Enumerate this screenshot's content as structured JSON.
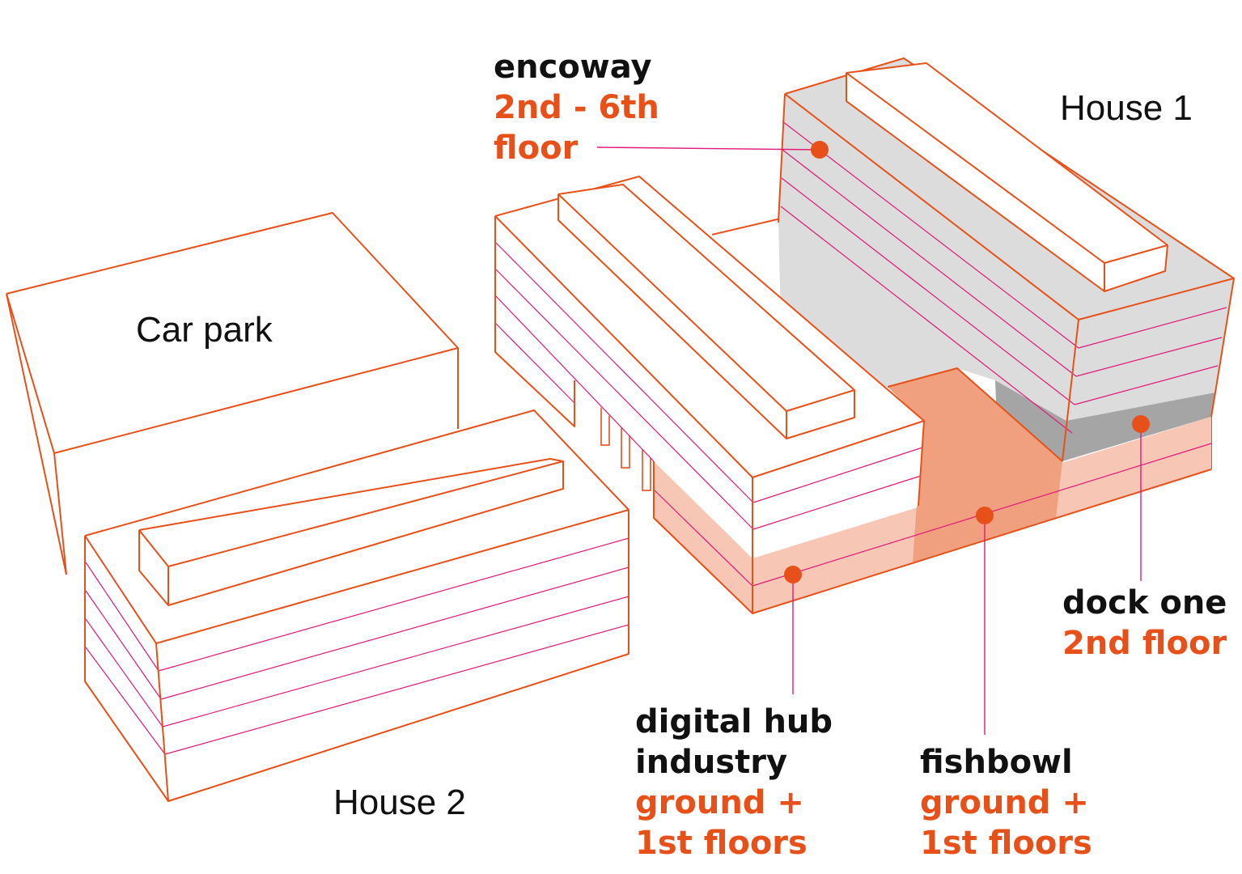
{
  "colors": {
    "edge": "#e8501a",
    "floor_line": "#e0197a",
    "accent_text": "#e8501a",
    "dark_text": "#111111",
    "grey_light": "#dcdcdc",
    "grey_dark": "#a5a5a5",
    "pink_light": "#f8c6b4",
    "pink_mid": "#f0a07f"
  },
  "buildings": {
    "car_park": "Car park",
    "house_1": "House 1",
    "house_2": "House 2"
  },
  "tenants": {
    "encoway": {
      "name": "encoway",
      "floor_line1": "2nd - 6th",
      "floor_line2": "floor"
    },
    "dock_one": {
      "name": "dock one",
      "floor": "2nd floor"
    },
    "digital_hub": {
      "name_line1": "digital hub",
      "name_line2": "industry",
      "floor_line1": "ground +",
      "floor_line2": "1st floors"
    },
    "fishbowl": {
      "name": "fishbowl",
      "floor_line1": "ground +",
      "floor_line2": "1st floors"
    }
  }
}
